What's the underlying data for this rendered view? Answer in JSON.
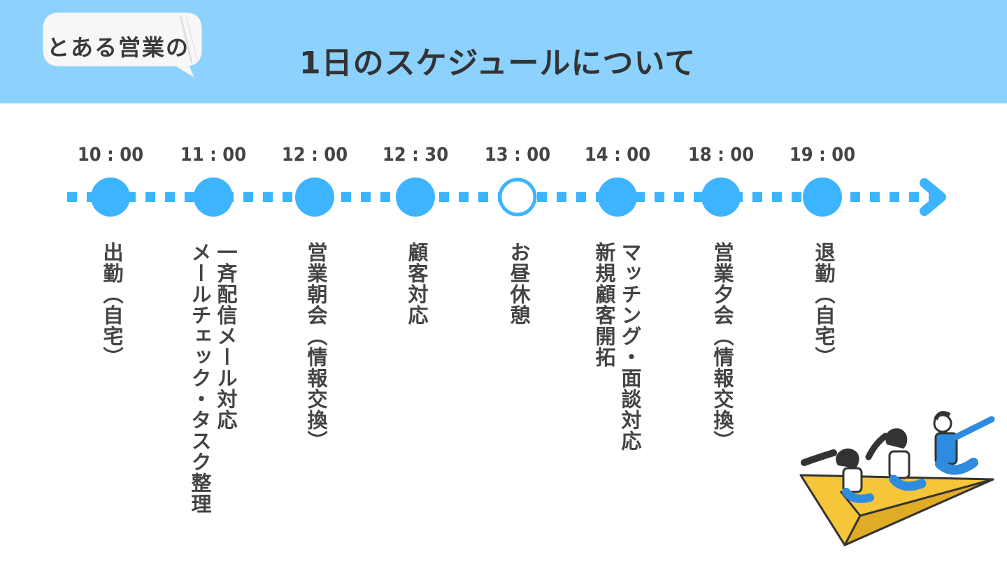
{
  "header": {
    "bubble_text": "とある営業の",
    "title": "1日のスケジュールについて"
  },
  "colors": {
    "header_bg": "#8dd1ff",
    "timeline": "#3cb4ff",
    "text": "#444444",
    "plane": "#f5c53a"
  },
  "schedule": [
    {
      "time": "10 : 00",
      "lines": [
        "出勤（自宅）"
      ],
      "marker": "filled"
    },
    {
      "time": "11 : 00",
      "lines": [
        "一斉配信メール対応",
        "メールチェック・タスク整理"
      ],
      "marker": "filled"
    },
    {
      "time": "12 : 00",
      "lines": [
        "営業朝会（情報交換）"
      ],
      "marker": "filled"
    },
    {
      "time": "12 : 30",
      "lines": [
        "顧客対応"
      ],
      "marker": "filled"
    },
    {
      "time": "13 : 00",
      "lines": [
        "お昼休憩"
      ],
      "marker": "hollow"
    },
    {
      "time": "14 : 00",
      "lines": [
        "マッチング・面談対応",
        "新規顧客開拓"
      ],
      "marker": "filled"
    },
    {
      "time": "18 : 00",
      "lines": [
        "営業夕会（情報交換）"
      ],
      "marker": "filled"
    },
    {
      "time": "19 : 00",
      "lines": [
        "退勤（自宅）"
      ],
      "marker": "filled"
    }
  ]
}
